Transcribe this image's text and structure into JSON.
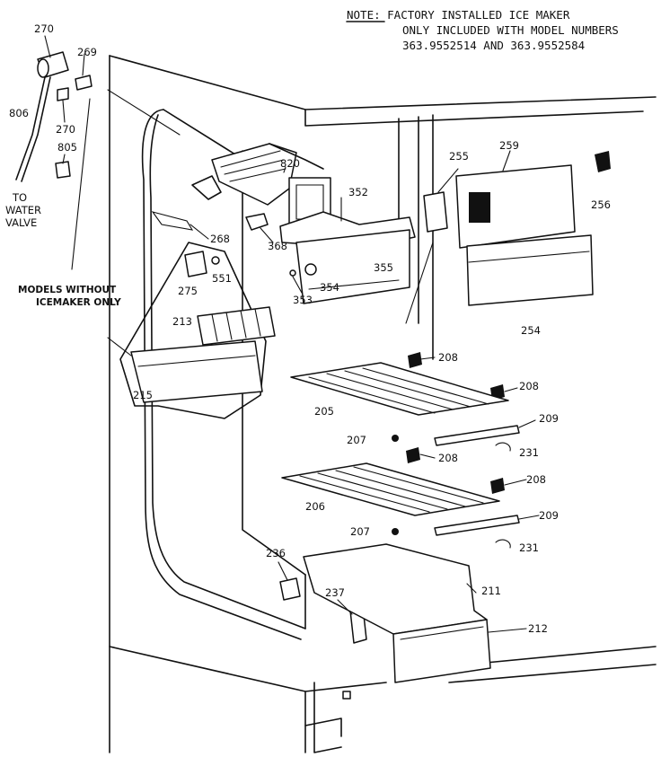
{
  "note": {
    "line1": "NOTE:  FACTORY INSTALLED ICE MAKER",
    "line2": "ONLY INCLUDED WITH MODEL NUMBERS",
    "line3": "363.9552514 AND 363.9552584"
  },
  "callouts": {
    "models_without_line1": "MODELS WITHOUT",
    "models_without_line2": "ICEMAKER ONLY",
    "to_water_valve_line1": "TO",
    "to_water_valve_line2": "WATER",
    "to_water_valve_line3": "VALVE"
  },
  "part_labels": {
    "p270a": "270",
    "p269": "269",
    "p806": "806",
    "p270b": "270",
    "p805": "805",
    "p820": "820",
    "p352": "352",
    "p255": "255",
    "p259": "259",
    "p256": "256",
    "p268": "268",
    "p368": "368",
    "p355": "355",
    "p275": "275",
    "p551": "551",
    "p353": "353",
    "p354": "354",
    "p254": "254",
    "p213": "213",
    "p215": "215",
    "p208a": "208",
    "p208b": "208",
    "p205": "205",
    "p209a": "209",
    "p207a": "207",
    "p231a": "231",
    "p208c": "208",
    "p208d": "208",
    "p206": "206",
    "p209b": "209",
    "p207b": "207",
    "p231b": "231",
    "p236": "236",
    "p237": "237",
    "p211": "211",
    "p212": "212"
  }
}
